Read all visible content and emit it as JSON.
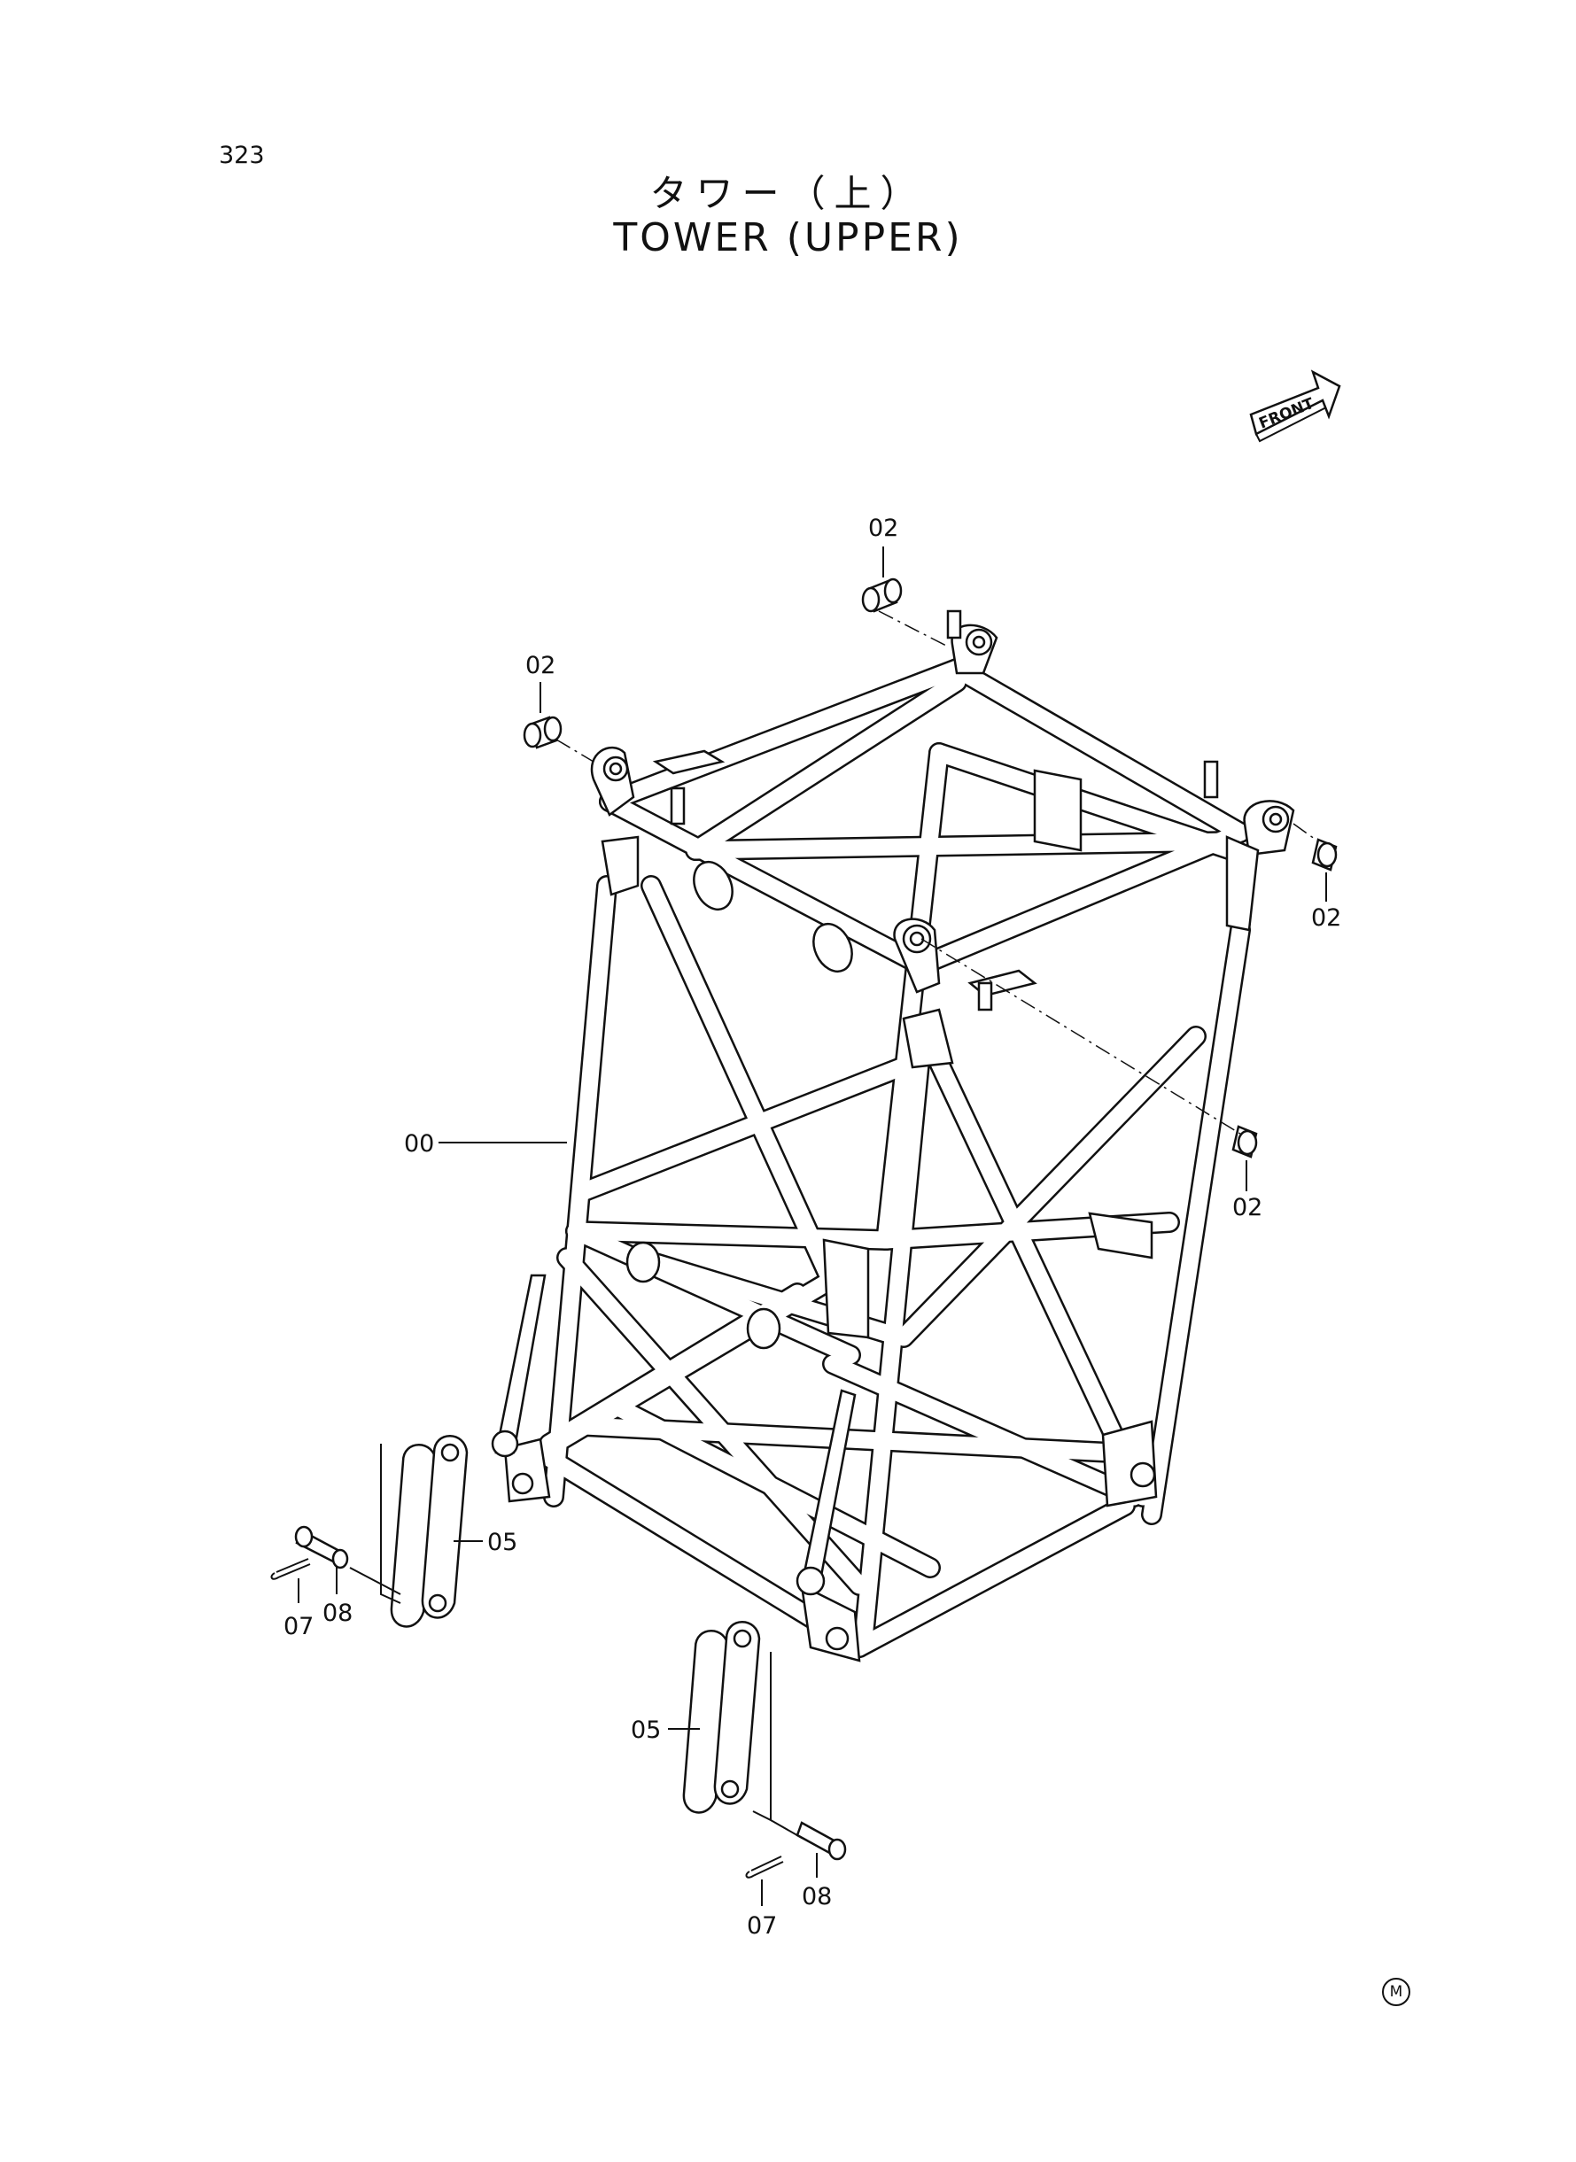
{
  "page_number": "323",
  "title_jp": "タワー（上）",
  "title_en": "TOWER (UPPER)",
  "front_label": "FRONT",
  "footer_mark": "M",
  "callouts": {
    "frame": "00",
    "bushing_top": "02",
    "bushing_left": "02",
    "bushing_right": "02",
    "bushing_front": "02",
    "link_left": "05",
    "link_right": "05",
    "cotter_pin_left": "07",
    "cotter_pin_right": "07",
    "pin_left": "08",
    "pin_right": "08"
  }
}
